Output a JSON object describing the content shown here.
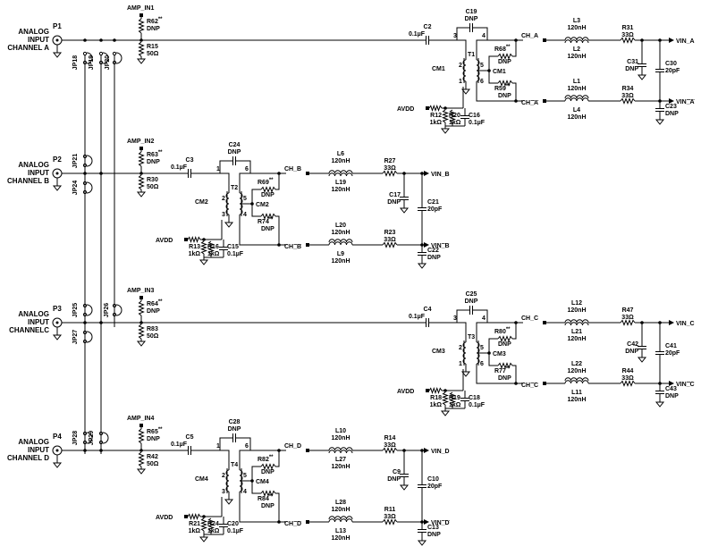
{
  "channels": [
    {
      "key": "a",
      "input_label": [
        "ANALOG",
        "INPUT",
        "CHANNEL A"
      ],
      "port": "P1",
      "jumpers": [
        "JP18",
        "JP19",
        "JP20"
      ],
      "amp_in": "AMP_IN1",
      "r_series": "R62",
      "r_series_val": "DNP",
      "r_term": "R15",
      "r_term_val": "50Ω",
      "c_in": "C2",
      "c_in_val": "0.1µF",
      "c_bridge": "C19",
      "c_bridge_val": "DNP",
      "xfmr": "T1",
      "pins": [
        "3",
        "4",
        "2",
        "5",
        "1",
        "6"
      ],
      "cm_label": "CM1",
      "cm_node": "CM1",
      "r_ct_top": "R68",
      "r_ct_top_val": "DNP",
      "r_ct_bot": "R59",
      "r_ct_bot_val": "DNP",
      "avdd": "AVDD",
      "r_bias1": "R12",
      "r_bias1_val": "1kΩ",
      "r_bias2": "R20",
      "r_bias2_val": "1kΩ",
      "c_bias": "C16",
      "c_bias_val": "0.1µF",
      "ch_pos": "CH_A",
      "ch_neg": "CH_A",
      "l1": "L3",
      "l1_val": "120nH",
      "l2": "L2",
      "l2_val": "120nH",
      "l3": "L1",
      "l3_val": "120nH",
      "l4": "L4",
      "l4_val": "120nH",
      "r_out_p": "R31",
      "r_out_p_val": "33Ω",
      "r_out_n": "R34",
      "r_out_n_val": "33Ω",
      "c_dnp": "C31",
      "c_dnp_val": "DNP",
      "c_diff": "C30",
      "c_diff_val": "20pF",
      "c_neg": "C23",
      "c_neg_val": "DNP",
      "vin_p": "VIN_A",
      "vin_n": "VIN_A"
    },
    {
      "key": "b",
      "input_label": [
        "ANALOG",
        "INPUT",
        "CHANNEL B"
      ],
      "port": "P2",
      "jumpers": [
        "JP21",
        "JP24"
      ],
      "amp_in": "AMP_IN2",
      "r_series": "R63",
      "r_series_val": "DNP",
      "r_term": "R30",
      "r_term_val": "50Ω",
      "c_in": "C3",
      "c_in_val": "0.1µF",
      "c_bridge": "C24",
      "c_bridge_val": "DNP",
      "xfmr": "T2",
      "pins": [
        "1",
        "6",
        "2",
        "5",
        "3",
        "4"
      ],
      "cm_label": "CM2",
      "cm_node": "CM2",
      "r_ct_top": "R69",
      "r_ct_top_val": "DNP",
      "r_ct_bot": "R74",
      "r_ct_bot_val": "DNP",
      "avdd": "AVDD",
      "r_bias1": "R13",
      "r_bias1_val": "1kΩ",
      "r_bias2": "R16",
      "r_bias2_val": "1kΩ",
      "c_bias": "C15",
      "c_bias_val": "0.1µF",
      "ch_pos": "CH_B",
      "ch_neg": "CH_B",
      "l1": "L6",
      "l1_val": "120nH",
      "l2": "L19",
      "l2_val": "120nH",
      "l3": "L20",
      "l3_val": "120nH",
      "l4": "L9",
      "l4_val": "120nH",
      "r_out_p": "R27",
      "r_out_p_val": "33Ω",
      "r_out_n": "R23",
      "r_out_n_val": "33Ω",
      "c_dnp": "C17",
      "c_dnp_val": "DNP",
      "c_diff": "C21",
      "c_diff_val": "20pF",
      "c_neg": "C22",
      "c_neg_val": "DNP",
      "vin_p": "VIN_B",
      "vin_n": "VIN_B"
    },
    {
      "key": "c",
      "input_label": [
        "ANALOG",
        "INPUT",
        "CHANNELC"
      ],
      "port": "P3",
      "jumpers": [
        "JP25",
        "JP26",
        "JP27"
      ],
      "amp_in": "AMP_IN3",
      "r_series": "R64",
      "r_series_val": "DNP",
      "r_term": "R83",
      "r_term_val": "50Ω",
      "c_in": "C4",
      "c_in_val": "0.1µF",
      "c_bridge": "C25",
      "c_bridge_val": "DNP",
      "xfmr": "T3",
      "pins": [
        "3",
        "4",
        "2",
        "5",
        "1",
        "6"
      ],
      "cm_label": "CM3",
      "cm_node": "CM3",
      "r_ct_top": "R80",
      "r_ct_top_val": "DNP",
      "r_ct_bot": "R77",
      "r_ct_bot_val": "DNP",
      "avdd": "AVDD",
      "r_bias1": "R18",
      "r_bias1_val": "1kΩ",
      "r_bias2": "R19",
      "r_bias2_val": "1kΩ",
      "c_bias": "C18",
      "c_bias_val": "0.1µF",
      "ch_pos": "CH_C",
      "ch_neg": "CH_C",
      "l1": "L12",
      "l1_val": "120nH",
      "l2": "L21",
      "l2_val": "120nH",
      "l3": "L22",
      "l3_val": "120nH",
      "l4": "L11",
      "l4_val": "120nH",
      "r_out_p": "R47",
      "r_out_p_val": "33Ω",
      "r_out_n": "R44",
      "r_out_n_val": "33Ω",
      "c_dnp": "C42",
      "c_dnp_val": "DNP",
      "c_diff": "C41",
      "c_diff_val": "20pF",
      "c_neg": "C43",
      "c_neg_val": "DNP",
      "vin_p": "VIN_C",
      "vin_n": "VIN_C"
    },
    {
      "key": "d",
      "input_label": [
        "ANALOG",
        "INPUT",
        "CHANNEL D"
      ],
      "port": "P4",
      "jumpers": [
        "JP28",
        "JP29"
      ],
      "amp_in": "AMP_IN4",
      "r_series": "R65",
      "r_series_val": "DNP",
      "r_term": "R42",
      "r_term_val": "50Ω",
      "c_in": "C5",
      "c_in_val": "0.1µF",
      "c_bridge": "C28",
      "c_bridge_val": "DNP",
      "xfmr": "T4",
      "pins": [
        "1",
        "6",
        "2",
        "5",
        "3",
        "4"
      ],
      "cm_label": "CM4",
      "cm_node": "CM4",
      "r_ct_top": "R82",
      "r_ct_top_val": "DNP",
      "r_ct_bot": "R84",
      "r_ct_bot_val": "DNP",
      "avdd": "AVDD",
      "r_bias1": "R21",
      "r_bias1_val": "1kΩ",
      "r_bias2": "R24",
      "r_bias2_val": "1kΩ",
      "c_bias": "C20",
      "c_bias_val": "0.1µF",
      "ch_pos": "CH_D",
      "ch_neg": "CH_D",
      "l1": "L10",
      "l1_val": "120nH",
      "l2": "L27",
      "l2_val": "120nH",
      "l3": "L28",
      "l3_val": "120nH",
      "l4": "L13",
      "l4_val": "120nH",
      "r_out_p": "R14",
      "r_out_p_val": "33Ω",
      "r_out_n": "R11",
      "r_out_n_val": "33Ω",
      "c_dnp": "C9",
      "c_dnp_val": "DNP",
      "c_diff": "C10",
      "c_diff_val": "20pF",
      "c_neg": "C13",
      "c_neg_val": "DNP",
      "vin_p": "VIN_D",
      "vin_n": "VIN_D"
    }
  ],
  "dnp_mark": "**"
}
